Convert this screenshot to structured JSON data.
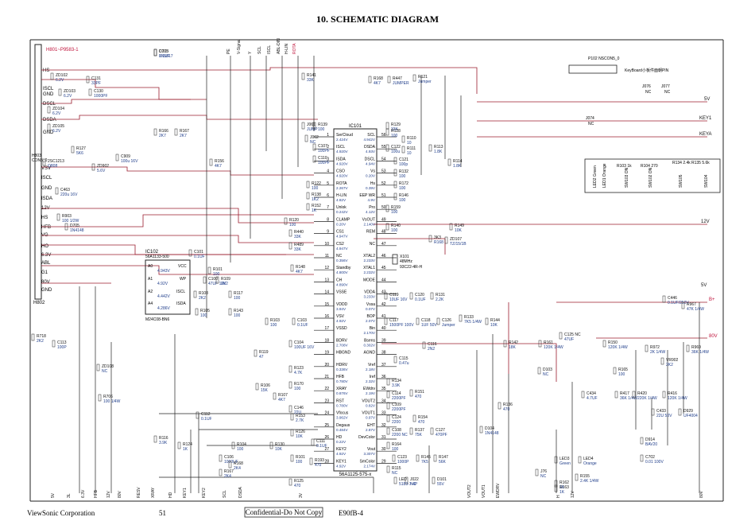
{
  "title": "10.  SCHEMATIC DIAGRAM",
  "footer": {
    "company": "ViewSonic Corporation",
    "page": "51",
    "confidential": "Confidential-Do Not Copy",
    "model": "E90fB-4"
  },
  "colors": {
    "net_wire": "#9b1c2e",
    "line": "#222222",
    "component": "#1f3d8a",
    "label": "#111111",
    "red_label": "#c0143c"
  },
  "connector_top": "H801~P9583-1",
  "left_signals": [
    "HS",
    "ISCL",
    "GND",
    "DSCL",
    "DSDA",
    "GND"
  ],
  "left_signals2": [
    "VSV",
    "ISCL",
    "GND",
    "ISDA",
    "12V",
    "HS",
    "HFB",
    "VG",
    "HO",
    "6.3V",
    "ABL",
    "G1",
    "80V",
    "GND"
  ],
  "h803": [
    "H803",
    "CON5_0"
  ],
  "h802": "H802",
  "top_nets": [
    "PE",
    "V-Signal",
    "Y",
    "SCL",
    "ISCL",
    "ABL-DIN",
    "H-LIN",
    "ROTA"
  ],
  "right_nets": [
    "5V",
    "KEY1",
    "KEYA",
    "12V",
    "5V",
    "B+",
    "80V"
  ],
  "ic101": {
    "name": "IC101",
    "part": "56A1125-575-x",
    "left_pins": [
      {
        "n": "1",
        "name": "SerCloud",
        "v": "2.424V"
      },
      {
        "n": "2",
        "name": "ISCL",
        "v": "4.920V"
      },
      {
        "n": "3",
        "name": "ISDA",
        "v": "4.920V"
      },
      {
        "n": "4",
        "name": "CSO",
        "v": "4.920V"
      },
      {
        "n": "5",
        "name": "ROTA",
        "v": "2.267V"
      },
      {
        "n": "6",
        "name": "H-LIN",
        "v": "4.82V"
      },
      {
        "n": "7",
        "name": "Unlok",
        "v": "0.242V"
      },
      {
        "n": "8",
        "name": "CLAMP",
        "v": "0.20V"
      },
      {
        "n": "9",
        "name": "CS1",
        "v": "4.947V"
      },
      {
        "n": "10",
        "name": "CS2",
        "v": "4.947V"
      },
      {
        "n": "11",
        "name": "NC",
        "v": "0.356V"
      },
      {
        "n": "12",
        "name": "Standby",
        "v": "4.800V"
      },
      {
        "n": "13",
        "name": "CH",
        "v": "4.890V"
      },
      {
        "n": "14",
        "name": "VSSE",
        "v": ""
      },
      {
        "n": "15",
        "name": "VDDD",
        "v": "3.94V"
      },
      {
        "n": "16",
        "name": "VSV",
        "v": "4.92V"
      },
      {
        "n": "17",
        "name": "VSSD",
        "v": ""
      },
      {
        "n": "18",
        "name": "BDRV",
        "v": "2.708V"
      },
      {
        "n": "19",
        "name": "HBGND",
        "v": ""
      },
      {
        "n": "20",
        "name": "HDRV",
        "v": "0.336V"
      },
      {
        "n": "21",
        "name": "HFB",
        "v": "0.780V"
      },
      {
        "n": "22",
        "name": "XRAY",
        "v": "0.876V"
      },
      {
        "n": "23",
        "name": "RST",
        "v": "0.780V"
      },
      {
        "n": "24",
        "name": "Vfocus",
        "v": "3.962V"
      },
      {
        "n": "25",
        "name": "Degaus",
        "v": "0.484V"
      },
      {
        "n": "26",
        "name": "HD",
        "v": "0.22V"
      },
      {
        "n": "27",
        "name": "KEY2",
        "v": "4.92V"
      },
      {
        "n": "28",
        "name": "KEY1",
        "v": "4.92V"
      }
    ],
    "right_pins": [
      {
        "n": "56",
        "name": "SCL",
        "v": "4.942V"
      },
      {
        "n": "55",
        "name": "DSDA",
        "v": "4.93V"
      },
      {
        "n": "54",
        "name": "DSCL",
        "v": "4.94V"
      },
      {
        "n": "53",
        "name": "Vs",
        "v": "0.20V"
      },
      {
        "n": "52",
        "name": "Hs",
        "v": "0.39V"
      },
      {
        "n": "51",
        "name": "EEP WR",
        "v": "4.9V"
      },
      {
        "n": "50",
        "name": "Pro",
        "v": "4.12V"
      },
      {
        "n": "49",
        "name": "VsOUT",
        "v": "2.140V"
      },
      {
        "n": "48",
        "name": "REM",
        "v": ""
      },
      {
        "n": "47",
        "name": "NC",
        "v": ""
      },
      {
        "n": "46",
        "name": "XTAL2",
        "v": "2.233V"
      },
      {
        "n": "45",
        "name": "XTAL1",
        "v": "2.232V"
      },
      {
        "n": "44",
        "name": "MODE",
        "v": ""
      },
      {
        "n": "43",
        "name": "VDDA",
        "v": "3.233V"
      },
      {
        "n": "42",
        "name": "Vssa",
        "v": "0.07V"
      },
      {
        "n": "41",
        "name": "BOP",
        "v": "2.07V"
      },
      {
        "n": "40",
        "name": "Bin",
        "v": "2.170V"
      },
      {
        "n": "39",
        "name": "Bsens",
        "v": "0.302V"
      },
      {
        "n": "38",
        "name": "AGND",
        "v": ""
      },
      {
        "n": "37",
        "name": "Vref",
        "v": "2.18V"
      },
      {
        "n": "36",
        "name": "Iref",
        "v": "2.32V"
      },
      {
        "n": "35",
        "name": "EWdrv",
        "v": "2.19V"
      },
      {
        "n": "34",
        "name": "VOUT2",
        "v": "0.82V"
      },
      {
        "n": "33",
        "name": "VOUT1",
        "v": "0.97V"
      },
      {
        "n": "32",
        "name": "EHT",
        "v": "2.87V"
      },
      {
        "n": "31",
        "name": "DevColor",
        "v": ""
      },
      {
        "n": "30",
        "name": "Vout",
        "v": "3.307V"
      },
      {
        "n": "29",
        "name": "SmColor",
        "v": "2.174V"
      }
    ]
  },
  "ic102": {
    "name": "IC102",
    "part": "56A1133-500",
    "part2": "M24C08-BN6",
    "pins": [
      "A0",
      "A1",
      "A2",
      "A4",
      "VCC",
      "WP",
      "ISCL",
      "ISDA"
    ],
    "volts": [
      "4.943V",
      "4.92V",
      "4.442V",
      "4.286V"
    ]
  },
  "x101": [
    "X101",
    "48MHz",
    "93C22-4R-H"
  ],
  "keyboard": {
    "label": "P102 NSCON5_0",
    "title": "KeyBoard小板件面朝PIN",
    "parts": [
      "J076",
      "NC",
      "J077",
      "NC",
      "J074",
      "NC",
      "LED2 Green",
      "LED1 Orange",
      "R103 1k",
      "R104 270",
      "SW103 ON",
      "SW102 ON",
      "R134 2.4k",
      "R135 5.6k",
      "SW105",
      "SW104"
    ]
  },
  "parts_labels": [
    {
      "t": "D103",
      "s": "1N5817"
    },
    {
      "t": "ZD102",
      "s": "6.2V"
    },
    {
      "t": "C131",
      "s": "33PF"
    },
    {
      "t": "ZD103",
      "s": "6.2V"
    },
    {
      "t": "C130",
      "s": "1000PF"
    },
    {
      "t": "ZD104",
      "s": "6.2V"
    },
    {
      "t": "ZD105",
      "s": "6.2V"
    },
    {
      "t": "R166",
      "s": "2K7"
    },
    {
      "t": "R167",
      "s": "2K7"
    },
    {
      "t": "R141",
      "s": "33K"
    },
    {
      "t": "R168",
      "s": "4K7"
    },
    {
      "t": "R447",
      "s": "JUMPER"
    },
    {
      "t": "R121",
      "s": "Jumper"
    },
    {
      "t": "J061",
      "s": "JUMP"
    },
    {
      "t": "R139",
      "s": "100"
    },
    {
      "t": "J062",
      "s": "NC"
    },
    {
      "t": "C107",
      "s": "100PF"
    },
    {
      "t": "C110",
      "s": "100PF"
    },
    {
      "t": "R122",
      "s": "100"
    },
    {
      "t": "R138",
      "s": "1K2"
    },
    {
      "t": "R152",
      "s": "1K"
    },
    {
      "t": "R120",
      "s": "100"
    },
    {
      "t": "R440",
      "s": "33K"
    },
    {
      "t": "R489",
      "s": "33K"
    },
    {
      "t": "R148",
      "s": "4K7"
    },
    {
      "t": "R129",
      "s": "33K"
    },
    {
      "t": "R128",
      "s": "100"
    },
    {
      "t": "C122",
      "s": "100u"
    },
    {
      "t": "R111",
      "s": "10"
    },
    {
      "t": "R110",
      "s": "10"
    },
    {
      "t": "C121",
      "s": "100p"
    },
    {
      "t": "R113",
      "s": "1.8K"
    },
    {
      "t": "R114",
      "s": "1.8K"
    },
    {
      "t": "R132",
      "s": "100"
    },
    {
      "t": "R172",
      "s": "100"
    },
    {
      "t": "R146",
      "s": "100"
    },
    {
      "t": "R159",
      "s": "100"
    },
    {
      "t": "R140",
      "s": "100"
    },
    {
      "t": "R149",
      "s": "10K"
    },
    {
      "t": "3K3",
      "s": "R168"
    },
    {
      "t": "ZD107",
      "s": "TZ/15/1B"
    },
    {
      "t": "C119",
      "s": "10UF 16V"
    },
    {
      "t": "C120",
      "s": "0.1UF"
    },
    {
      "t": "R131",
      "s": "2.2K"
    },
    {
      "t": "C117",
      "s": "1500PF 100V"
    },
    {
      "t": "C118",
      "s": "1UF 50V"
    },
    {
      "t": "C126",
      "s": "Jumper"
    },
    {
      "t": "R133",
      "s": "7K5 1/4W"
    },
    {
      "t": "R144",
      "s": "10K"
    },
    {
      "t": "C116",
      "s": "2N2"
    },
    {
      "t": "C115",
      "s": "0.47u"
    },
    {
      "t": "R134",
      "s": "3.9K"
    },
    {
      "t": "C114",
      "s": "2200PF"
    },
    {
      "t": "R151",
      "s": "470"
    },
    {
      "t": "C109",
      "s": "2200PF"
    },
    {
      "t": "C124",
      "s": "2200"
    },
    {
      "t": "R154",
      "s": "470"
    },
    {
      "t": "C108",
      "s": "2200 NC"
    },
    {
      "t": "R137",
      "s": "75K"
    },
    {
      "t": "C127",
      "s": "470PF"
    },
    {
      "t": "R164",
      "s": "100"
    },
    {
      "t": "C123",
      "s": "1000P"
    },
    {
      "t": "R145",
      "s": "7K5"
    },
    {
      "t": "R147",
      "s": "56K"
    },
    {
      "t": "R115",
      "s": "NC"
    },
    {
      "t": "J022",
      "s": "NC"
    },
    {
      "t": "LED",
      "s": "5183-7-4P"
    },
    {
      "t": "D101",
      "s": "55V"
    },
    {
      "t": "D104",
      "s": "1N4148"
    },
    {
      "t": "R136",
      "s": "470"
    },
    {
      "t": "R142",
      "s": "18K"
    },
    {
      "t": "R161",
      "s": "120K 1/4W"
    },
    {
      "t": "R150",
      "s": "120K 1/4W"
    },
    {
      "t": "C125 NC",
      "s": "47UF"
    },
    {
      "t": "C446",
      "s": "0.1UF/250V"
    },
    {
      "t": "R967",
      "s": "47K 1/4W"
    },
    {
      "t": "R972",
      "s": "2K 1/4W"
    },
    {
      "t": "R969",
      "s": "36K 1/4W"
    },
    {
      "t": "VR902",
      "s": "2K2"
    },
    {
      "t": "R165",
      "s": "100"
    },
    {
      "t": "D103",
      "s": "NC"
    },
    {
      "t": "C434",
      "s": "4.7UF"
    },
    {
      "t": "R417",
      "s": "36K 1/4W"
    },
    {
      "t": "R420",
      "s": "220K 1/4W"
    },
    {
      "t": "R416",
      "s": "120K 1/4W"
    },
    {
      "t": "C433",
      "s": "22U 50V"
    },
    {
      "t": "D929",
      "s": "UF4004"
    },
    {
      "t": "D914",
      "s": "BAV20"
    },
    {
      "t": "C702",
      "s": "0.01 100V"
    },
    {
      "t": "LED3",
      "s": "Green"
    },
    {
      "t": "LED4",
      "s": "Orange"
    },
    {
      "t": "R155",
      "s": "2.4K 1/4W"
    },
    {
      "t": "R163",
      "s": "1K"
    },
    {
      "t": "J76",
      "s": "NC"
    },
    {
      "t": "R162",
      "s": "1K"
    },
    {
      "t": "R156",
      "s": "4K7"
    },
    {
      "t": "R101",
      "s": "100"
    },
    {
      "t": "C101",
      "s": "0.1UF"
    },
    {
      "t": "C100",
      "s": "47UF 16V"
    },
    {
      "t": "R109",
      "s": "2K2"
    },
    {
      "t": "R108",
      "s": "2K2"
    },
    {
      "t": "R117",
      "s": "100"
    },
    {
      "t": "R105",
      "s": "100"
    },
    {
      "t": "R143",
      "s": "100"
    },
    {
      "t": "R103",
      "s": "100"
    },
    {
      "t": "C103",
      "s": "0.1UF"
    },
    {
      "t": "C104",
      "s": "100UF 16V"
    },
    {
      "t": "R119",
      "s": "47"
    },
    {
      "t": "R123",
      "s": "4.7K"
    },
    {
      "t": "R170",
      "s": "100"
    },
    {
      "t": "R106",
      "s": "15K"
    },
    {
      "t": "R107",
      "s": "4K7"
    },
    {
      "t": "C146",
      "s": "22U"
    },
    {
      "t": "R153",
      "s": "2.7K"
    },
    {
      "t": "C112",
      "s": "0.1UF"
    },
    {
      "t": "R116",
      "s": "3.9K"
    },
    {
      "t": "R124",
      "s": "1K"
    },
    {
      "t": "R104",
      "s": "100"
    },
    {
      "t": "R130",
      "s": "10K"
    },
    {
      "t": "R126",
      "s": "10K"
    },
    {
      "t": "C111",
      "s": "0.1UF"
    },
    {
      "t": "R101",
      "s": "100"
    },
    {
      "t": "C106",
      "s": "1000UF"
    },
    {
      "t": "R167",
      "s": "2K4"
    },
    {
      "t": "R168",
      "s": "2K4"
    },
    {
      "t": "R193",
      "s": "470"
    },
    {
      "t": "R125",
      "s": "470"
    },
    {
      "t": "R127",
      "s": "5K6"
    },
    {
      "t": "2SC1213",
      "s": "Q808"
    },
    {
      "t": "ZD902",
      "s": "5.6V"
    },
    {
      "t": "C909",
      "s": "100u 16V"
    },
    {
      "t": "C463",
      "s": "220u 16V"
    },
    {
      "t": "R903",
      "s": "100 1/2W"
    },
    {
      "t": "D705",
      "s": "1N4148"
    },
    {
      "t": "R718",
      "s": "2K2"
    },
    {
      "t": "C113",
      "s": "100P"
    },
    {
      "t": "ZD108",
      "s": "NC"
    },
    {
      "t": "R706",
      "s": "100 1/4W"
    },
    {
      "t": "C705",
      "s": "0.1UF"
    }
  ],
  "bottom_nets": [
    "5V",
    "3L",
    "6.3V",
    "HFB",
    "12V",
    "80V",
    "RESV",
    "XRAY",
    "HD",
    "KEY1",
    "KEY2",
    "SCL",
    "DSDA",
    "3V",
    "VOUT2",
    "VOUT1",
    "EWDRV",
    "H",
    "12V",
    "80V"
  ]
}
